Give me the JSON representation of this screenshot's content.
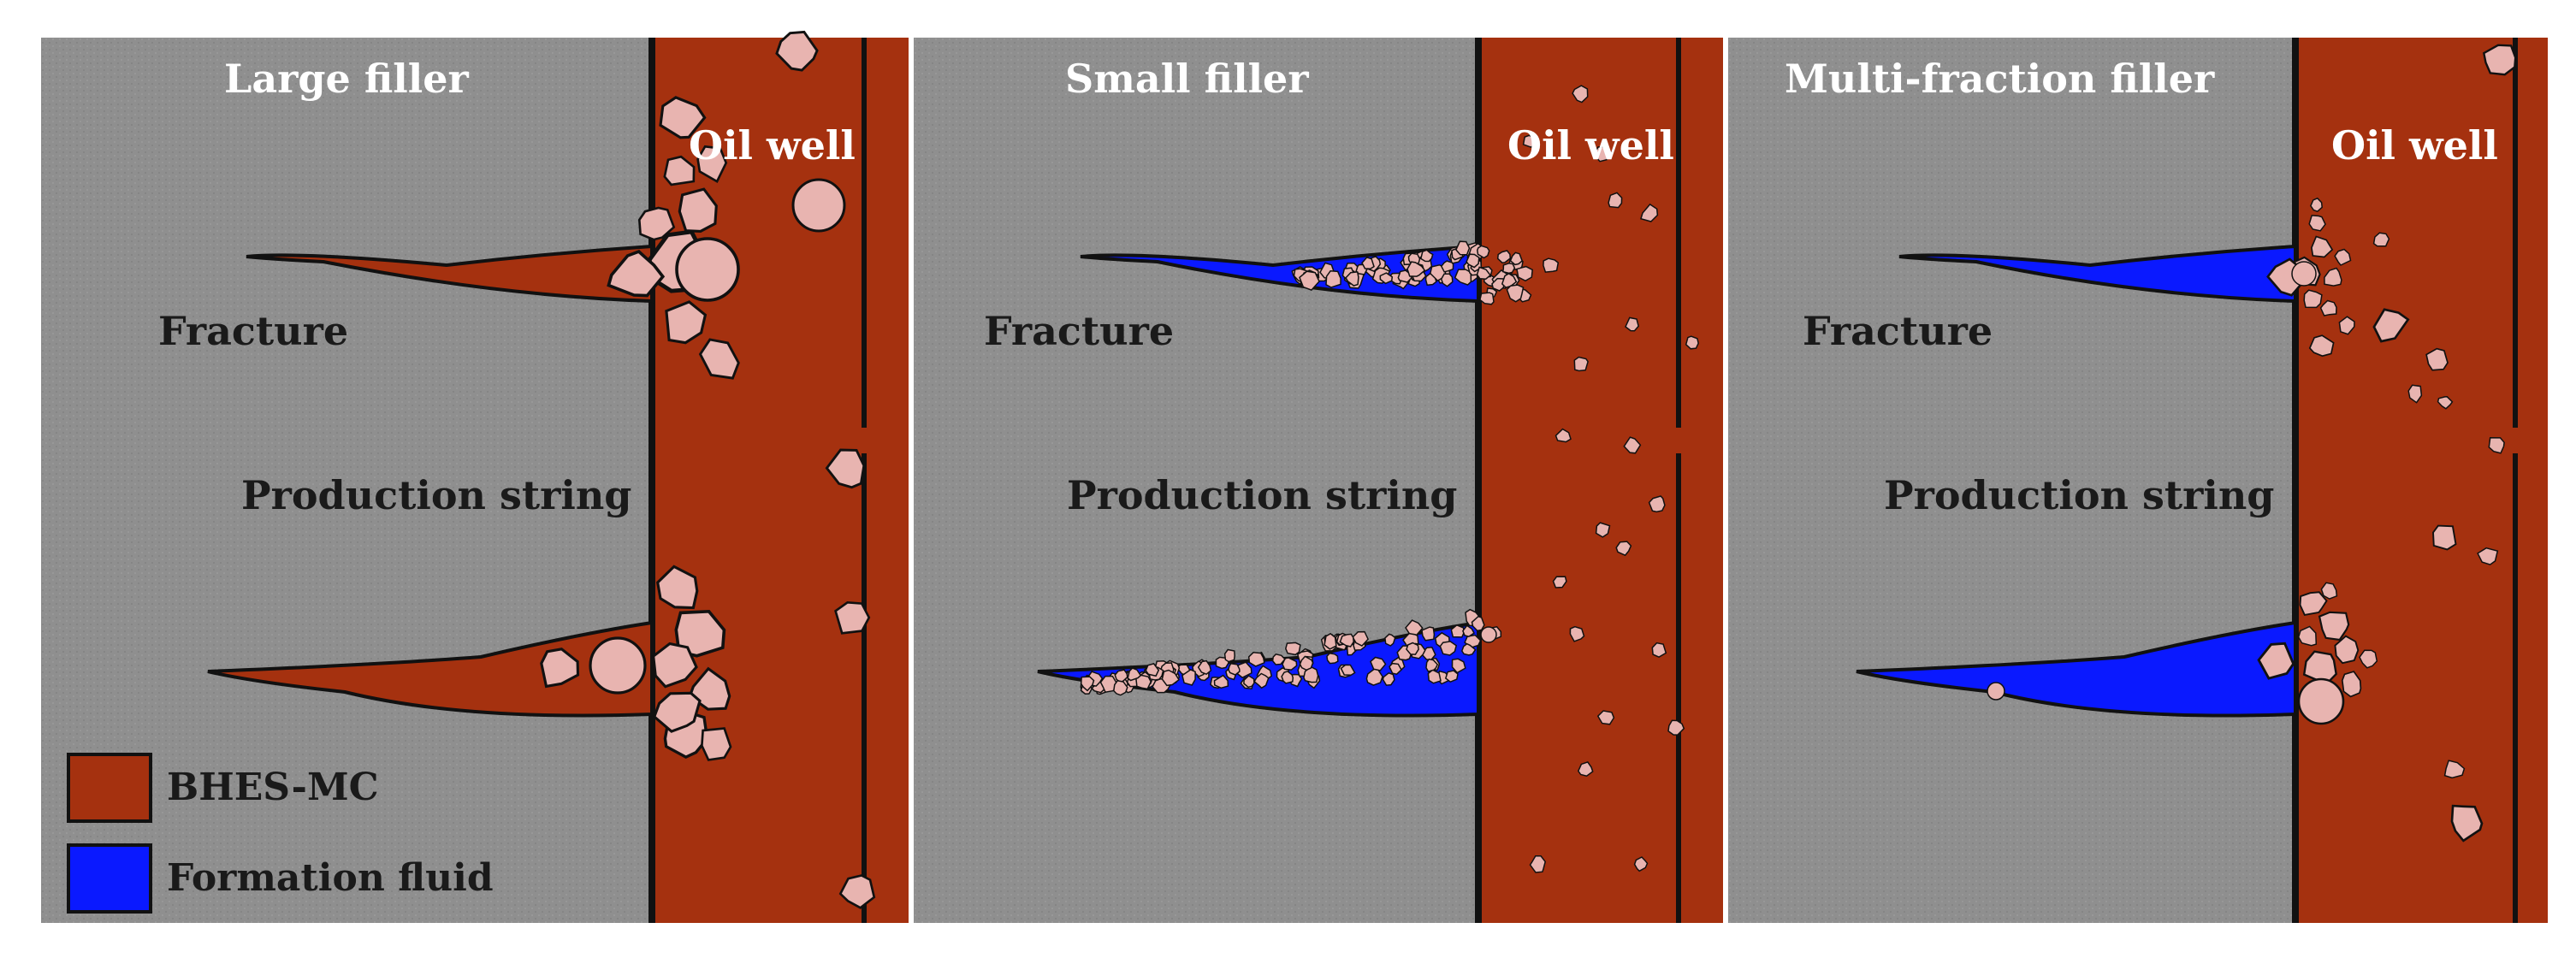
{
  "colors": {
    "background": "#8f8f8f",
    "slurry": "#a5310f",
    "formation_fluid": "#0a19ff",
    "filler": "#e8b4b0",
    "outline": "#111111",
    "frame": "#ffffff"
  },
  "panels": [
    {
      "title": "Large filler",
      "well_label": "Oil well",
      "fracture_label": "Fracture",
      "string_label": "Production string",
      "fracture_fill": "slurry",
      "filler_size": "large"
    },
    {
      "title": "Small filler",
      "well_label": "Oil well",
      "fracture_label": "Fracture",
      "string_label": "Production string",
      "fracture_fill": "partial",
      "filler_size": "small"
    },
    {
      "title": "Multi-fraction filler",
      "well_label": "Oil well",
      "fracture_label": "Fracture",
      "string_label": "Production string",
      "fracture_fill": "fluid",
      "filler_size": "mixed"
    }
  ],
  "legend": {
    "items": [
      {
        "label": "BHES-MC",
        "color": "#a5310f"
      },
      {
        "label": "Formation fluid",
        "color": "#0a19ff"
      }
    ]
  }
}
